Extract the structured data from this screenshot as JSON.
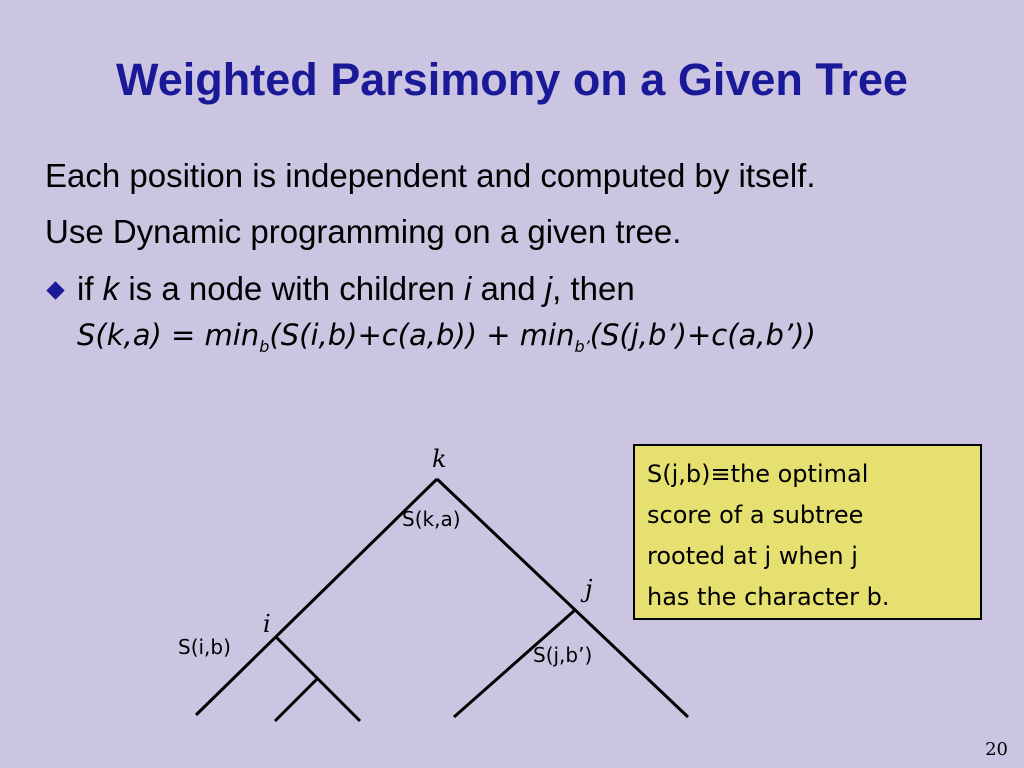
{
  "slide": {
    "title": "Weighted Parsimony on a Given Tree",
    "line1": "Each position is independent and computed by itself.",
    "line2": "Use Dynamic programming on a given tree.",
    "bullet": {
      "p1": "if ",
      "k": "k",
      "p2": " is a node with children ",
      "i": "i",
      "p3": " and ",
      "j": "j",
      "p4": ", then"
    },
    "formula": {
      "a": "S(k,a) = min",
      "sub1": "b",
      "b": "(S(i,b)+c(a,b)) + min",
      "sub2": "b’",
      "c": "(S(j,b’)+c(a,b’))"
    },
    "tree": {
      "node_k": "k",
      "node_i": "i",
      "node_j": "j",
      "score_k": "S(k,a)",
      "score_i": "S(i,b)",
      "score_j": "S(j,b’)"
    },
    "note": {
      "line1": "S(j,b)≡the optimal",
      "line2": "score of a subtree",
      "line3": "rooted at j when j",
      "line4": "has the character b."
    },
    "page_number": "20"
  },
  "colors": {
    "background": "#ccc5e1",
    "title": "#1a1a99",
    "note_background": "#e6e070"
  }
}
